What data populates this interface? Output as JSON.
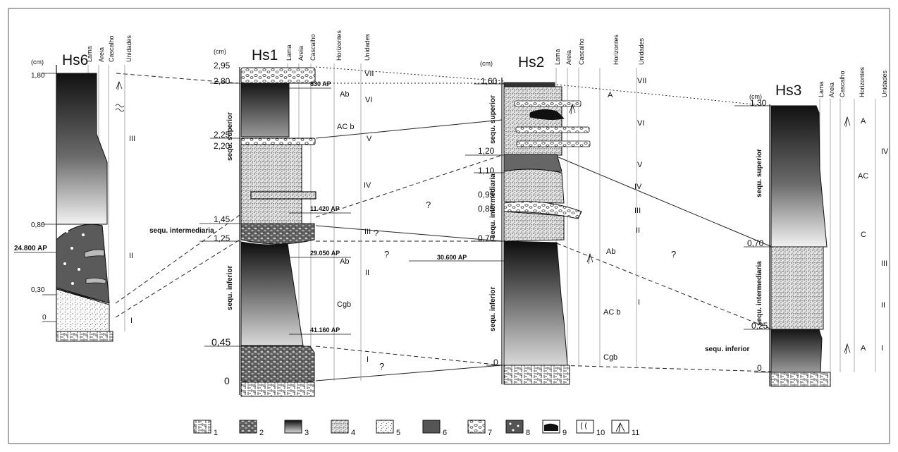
{
  "common": {
    "cm": "(cm)",
    "col_lama": "Lama",
    "col_areia": "Areia",
    "col_cascalho": "Cascalho",
    "col_horizontes": "Horizontes",
    "col_unidades": "Unidades",
    "q": "?"
  },
  "hs6": {
    "title": "Hs6",
    "depths": [
      "1,80",
      "0,80",
      "0,30",
      "0"
    ],
    "age": "24.800 AP",
    "units": [
      "III",
      "II",
      "I"
    ]
  },
  "hs1": {
    "title": "Hs1",
    "depths": [
      "2,95",
      "2,80",
      "2,25",
      "2,20",
      "1,45",
      "1,25",
      "0,45",
      "0"
    ],
    "ages": [
      "830 AP",
      "11.420 AP",
      "29.050 AP",
      "41.160 AP"
    ],
    "horizons": [
      "Ab",
      "AC b",
      "Ab",
      "Cgb"
    ],
    "units": [
      "VII",
      "VI",
      "V",
      "IV",
      "III",
      "II",
      "I"
    ],
    "seq_superior": "sequ. superior",
    "seq_intermediaria": "sequ. intermediaria",
    "seq_inferior": "sequ. inferior"
  },
  "hs2": {
    "title": "Hs2",
    "depths": [
      "1,60",
      "1,20",
      "1,10",
      "0,95",
      "0,85",
      "0,70",
      "0"
    ],
    "age": "30.600 AP",
    "horizons": [
      "A",
      "Ab",
      "AC b",
      "Cgb"
    ],
    "units": [
      "VII",
      "VI",
      "V",
      "IV",
      "III",
      "II",
      "I"
    ],
    "seq_superior": "sequ. superior",
    "seq_intermediaria": "sequ. intermediaria",
    "seq_inferior": "sequ. inferior"
  },
  "hs3": {
    "title": "Hs3",
    "depths": [
      "1,30",
      "0,70",
      "0,25",
      "0"
    ],
    "horizons": [
      "A",
      "AC",
      "C",
      "A"
    ],
    "units": [
      "IV",
      "III",
      "II",
      "I"
    ],
    "seq_superior": "sequ. superior",
    "seq_intermediaria": "sequ. intermediaria",
    "seq_inferior": "sequ. inferior"
  },
  "legend": [
    "1",
    "2",
    "3",
    "4",
    "5",
    "6",
    "7",
    "8",
    "9",
    "10",
    "11"
  ]
}
